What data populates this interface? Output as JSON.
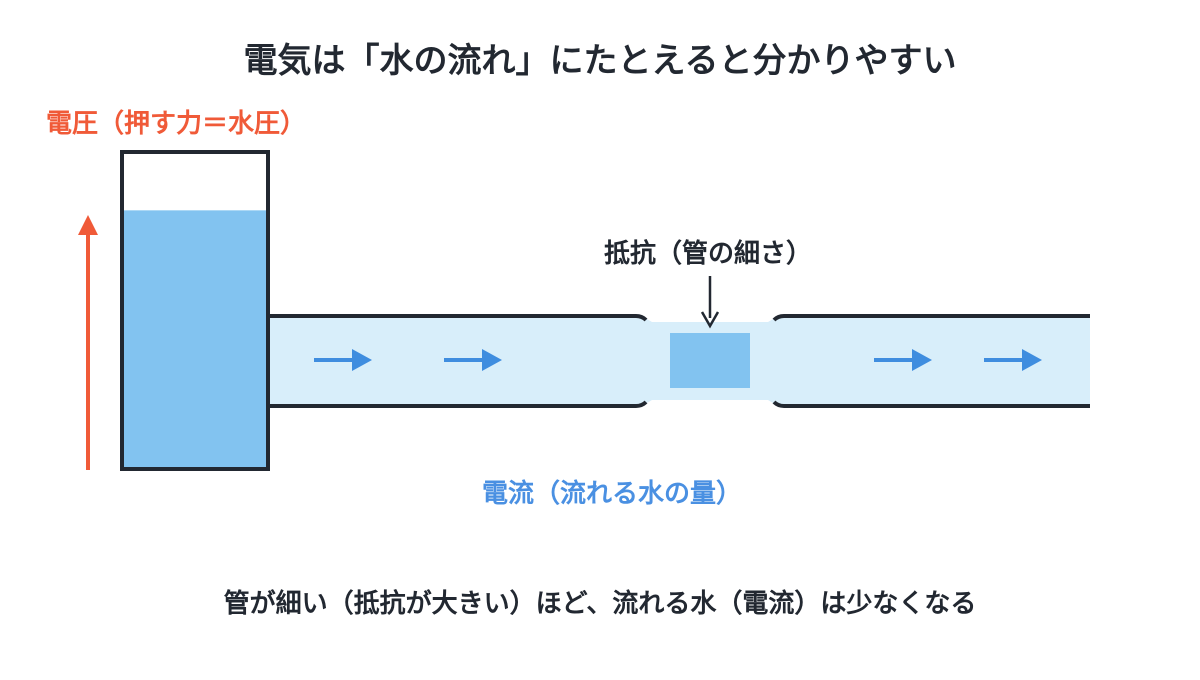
{
  "title": "電気は「水の流れ」にたとえると分かりやすい",
  "labels": {
    "voltage": "電圧（押す力＝水圧）",
    "resistance": "抵抗（管の細さ）",
    "current": "電流（流れる水の量）"
  },
  "caption": "管が細い（抵抗が大きい）ほど、流れる水（電流）は少なくなる",
  "colors": {
    "voltage": "#f05a38",
    "water_tank": "#82c3f0",
    "water_pipe": "#d8eefa",
    "flow_arrow": "#3f8ddf",
    "current_label": "#4a90e2",
    "outline": "#222831"
  },
  "tank": {
    "water_level": 0.82
  },
  "flow_arrows": 4
}
